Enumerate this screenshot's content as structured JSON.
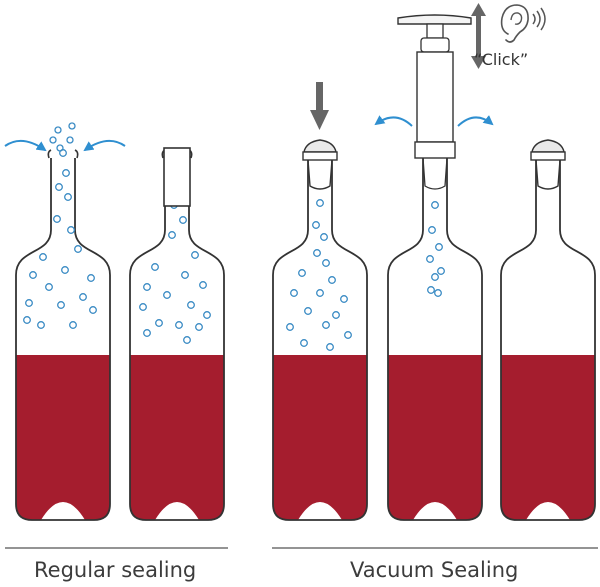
{
  "captions": {
    "regular": "Regular sealing",
    "vacuum": "Vacuum Sealing",
    "click": "“Click”"
  },
  "colors": {
    "wine": "#a51d2e",
    "bubble": "#3a8bc4",
    "arrow_blue": "#2f8fd0",
    "outline": "#333333",
    "press_arrow": "#666666"
  },
  "icons": [
    "ear-icon",
    "sound-waves-icon",
    "up-down-arrow-icon",
    "pump-icon",
    "stopper-icon",
    "cork-icon"
  ]
}
